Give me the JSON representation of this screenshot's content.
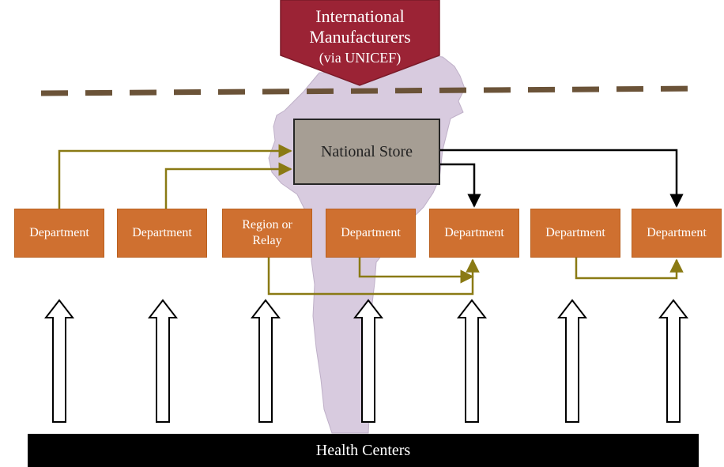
{
  "supplier": {
    "line1": "International",
    "line2": "Manufacturers",
    "line3": "(via UNICEF)"
  },
  "national_store": {
    "label": "National Store"
  },
  "departments": [
    {
      "label": "Department"
    },
    {
      "label": "Department"
    },
    {
      "label": "Region or\nRelay"
    },
    {
      "label": "Department"
    },
    {
      "label": "Department"
    },
    {
      "label": "Department"
    },
    {
      "label": "Department"
    }
  ],
  "base": {
    "label": "Health Centers"
  },
  "colors": {
    "supplier_fill": "#9b2335",
    "store_fill": "#a69e94",
    "department_fill": "#cf7030",
    "direct_flow": "#8a7a14",
    "store_flow": "#000000",
    "border_line": "#6b5338",
    "country_shape": "#d8cbdf",
    "base_fill": "#000000"
  }
}
